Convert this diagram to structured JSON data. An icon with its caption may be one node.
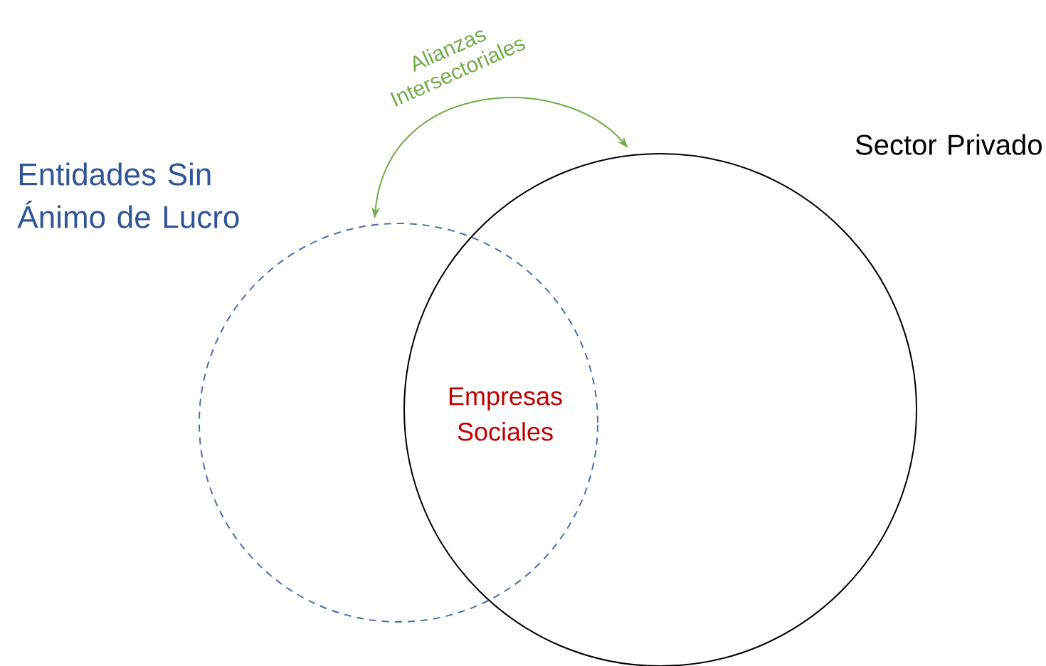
{
  "diagram": {
    "nodes": [
      {
        "text": [
          "Entidades Sin Ánimo de Lucro"
        ]
      },
      {
        "text": [
          "Sector Privado"
        ]
      }
    ],
    "edges": [
      {
        "from": 0,
        "to": 1,
        "arrow": "both",
        "label": "Alianzas Intersectoriales",
        "color": "#70ad47"
      }
    ],
    "labels": [
      "Empresas Sociales"
    ]
  }
}
